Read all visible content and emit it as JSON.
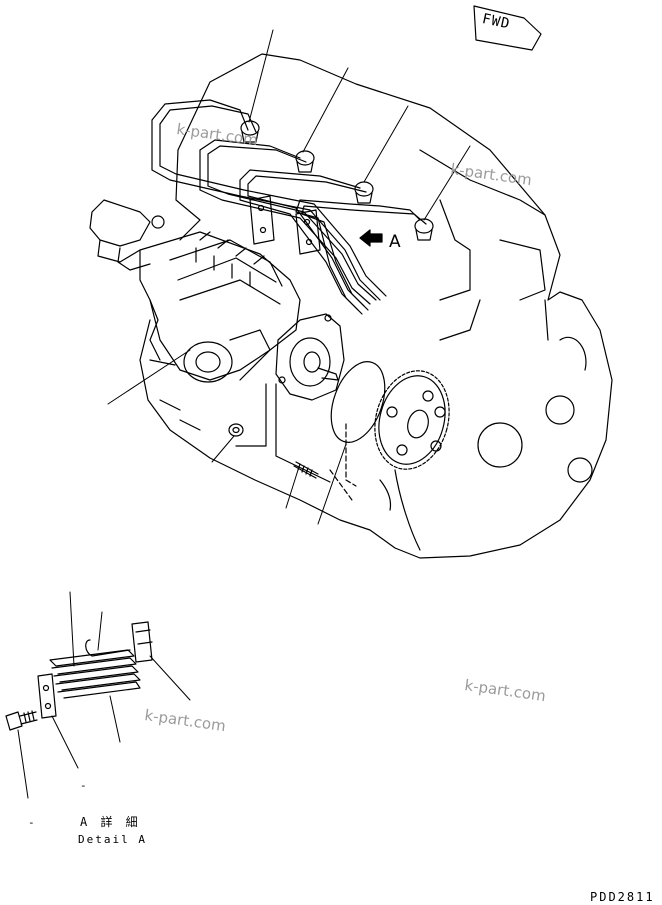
{
  "fwd_label": "FWD",
  "view_arrow_label": "A",
  "detail": {
    "title_jp": "A 詳 細",
    "title_en": "Detail A"
  },
  "part_dashes": [
    "-",
    "-"
  ],
  "drawing_number": "PDD2811",
  "watermarks": [
    "k-part.com",
    "k-part.com",
    "k-part.com",
    "k-part.com"
  ]
}
